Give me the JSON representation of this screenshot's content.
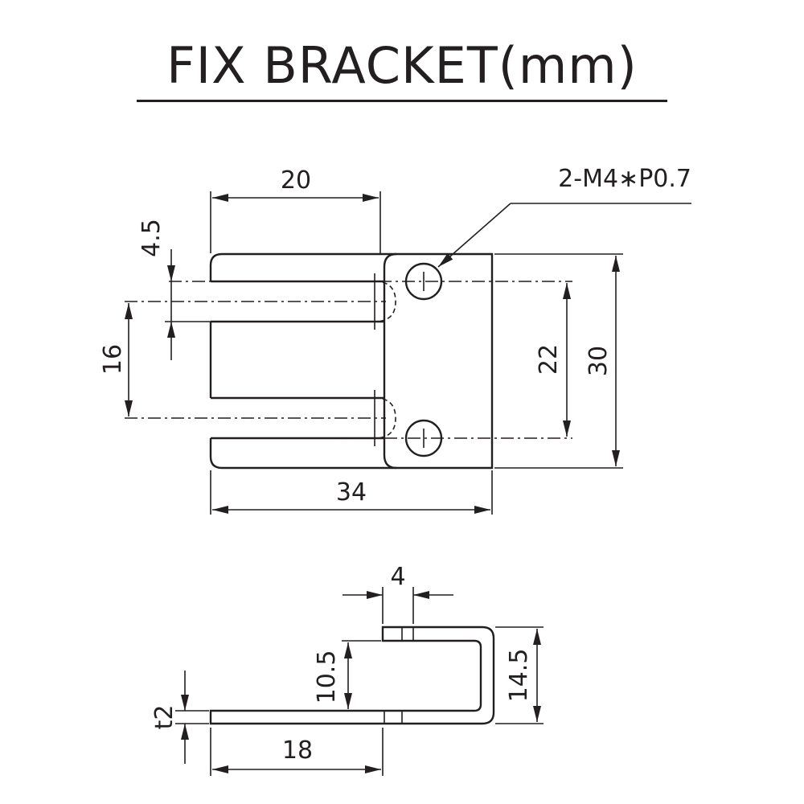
{
  "title": "FIX BRACKET(mm)",
  "top_view": {
    "dim_width_slot": "20",
    "dim_overall_width": "34",
    "dim_slot_offset": "4.5",
    "dim_slot_spacing": "16",
    "dim_hole_spacing": "22",
    "dim_height": "30",
    "hole_callout": "2-M4∗P0.7"
  },
  "side_view": {
    "dim_hole_width": "4",
    "dim_inner_height": "10.5",
    "dim_outer_height": "14.5",
    "dim_thickness": "t2",
    "dim_base_length": "18"
  }
}
